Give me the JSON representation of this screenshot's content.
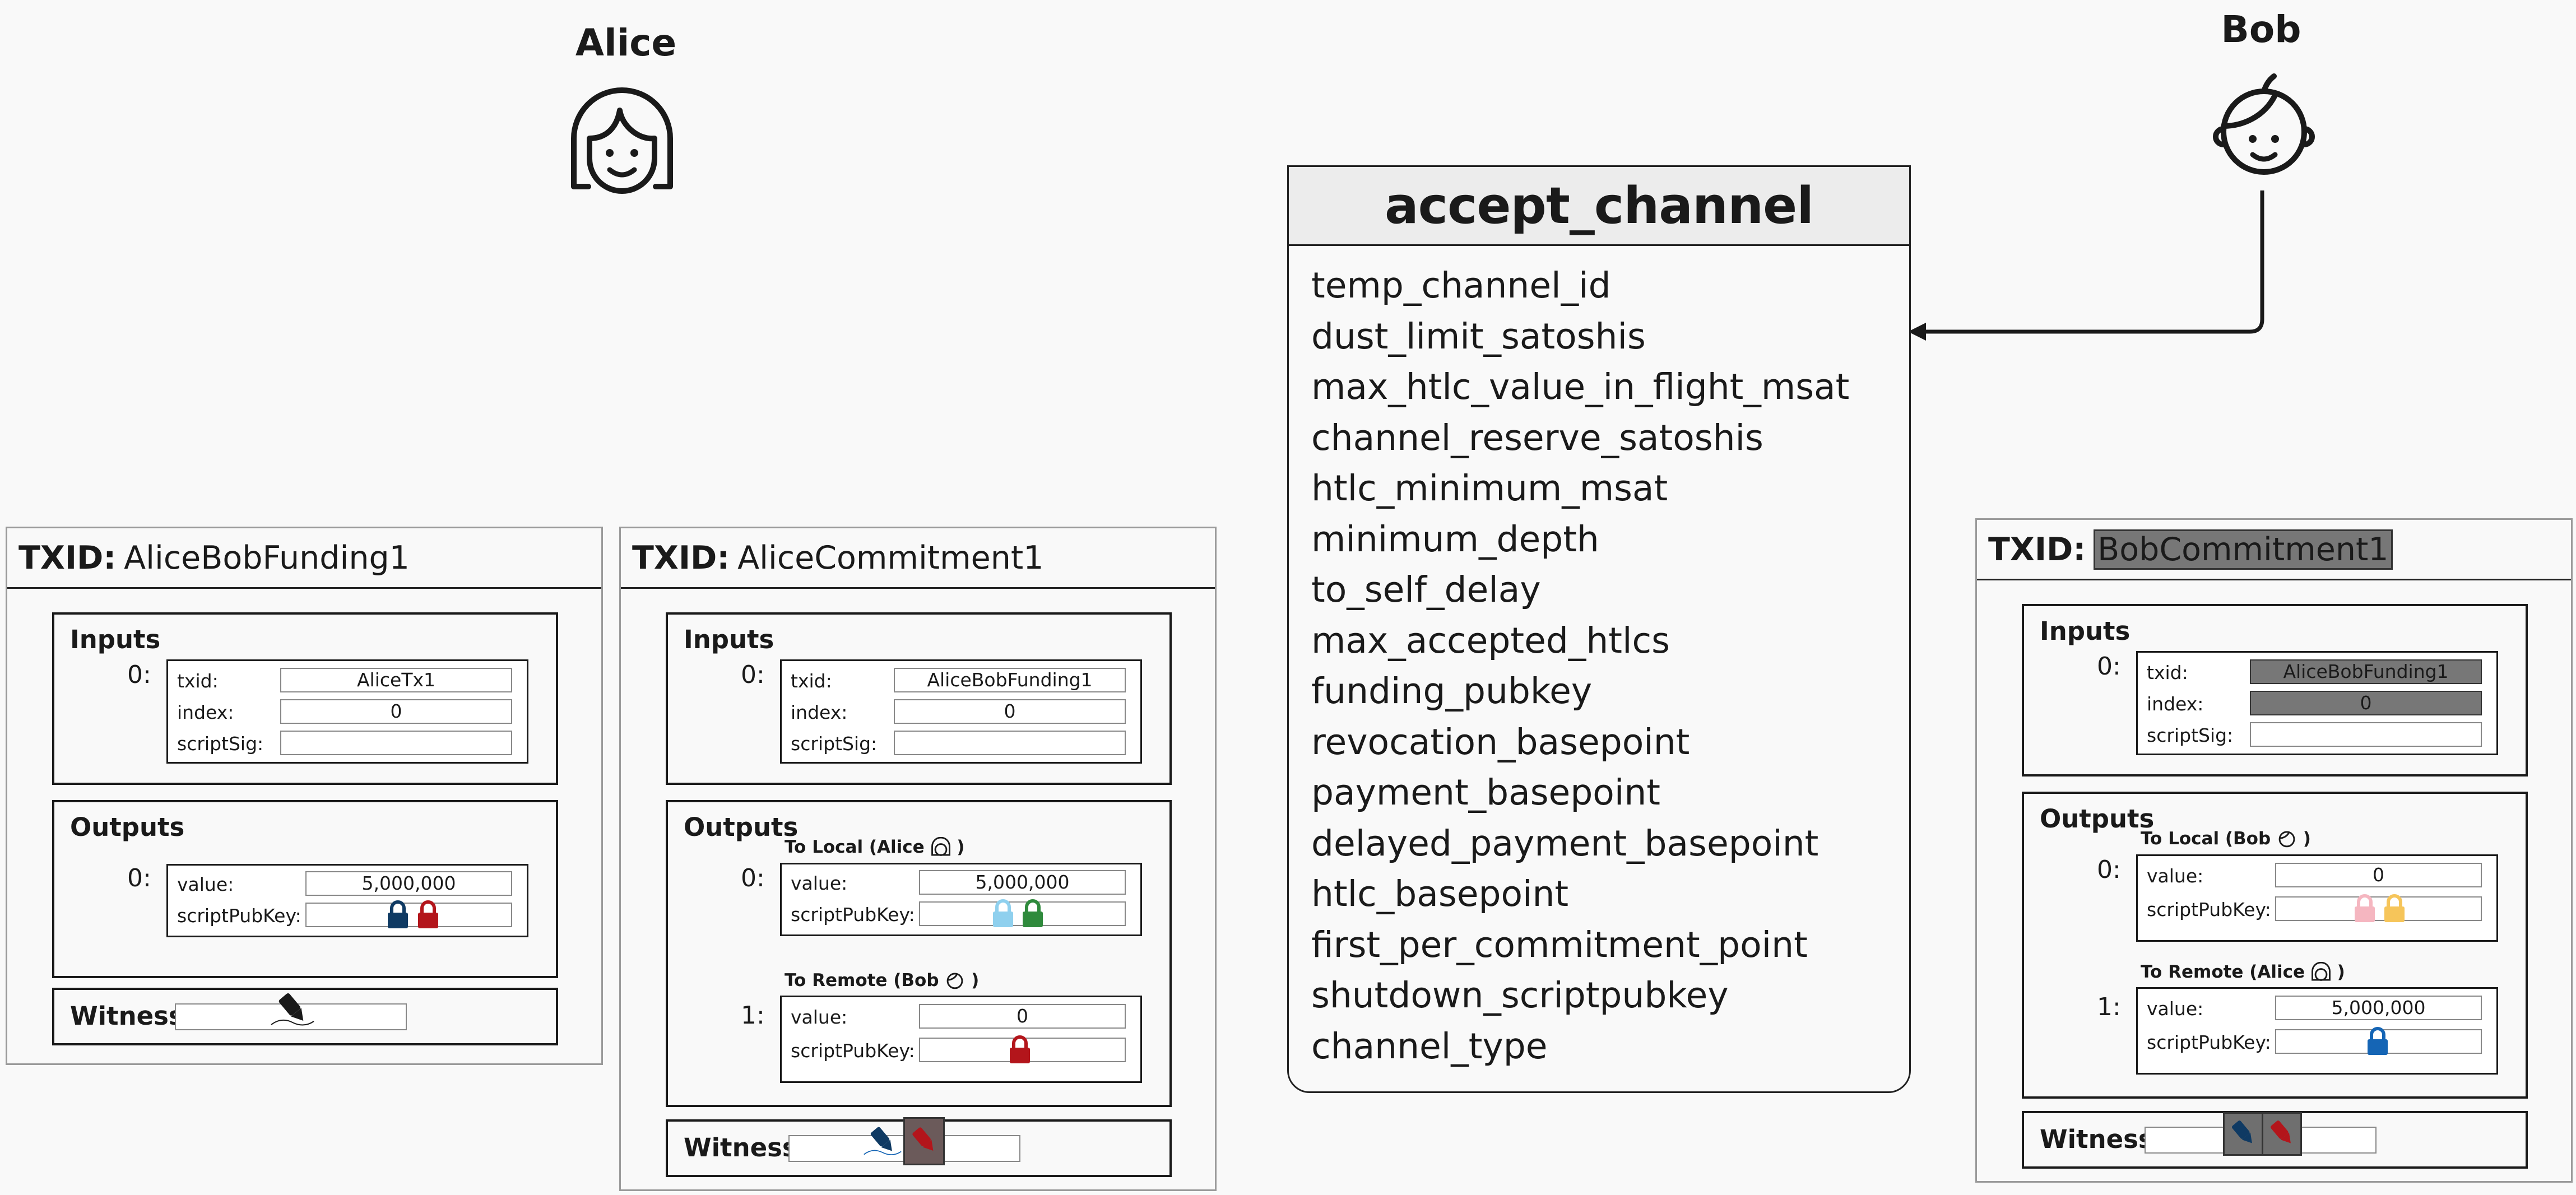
{
  "actors": {
    "alice": "Alice",
    "bob": "Bob"
  },
  "message": {
    "title": "accept_channel",
    "fields": [
      "temp_channel_id",
      "dust_limit_satoshis",
      "max_htlc_value_in_flight_msat",
      "channel_reserve_satoshis",
      "htlc_minimum_msat",
      "minimum_depth",
      "to_self_delay",
      "max_accepted_htlcs",
      "funding_pubkey",
      "revocation_basepoint",
      "payment_basepoint",
      "delayed_payment_basepoint",
      "htlc_basepoint",
      "first_per_commitment_point",
      "shutdown_scriptpubkey",
      "channel_type"
    ]
  },
  "labels": {
    "txid": "TXID:",
    "inputs": "Inputs",
    "outputs": "Outputs",
    "witness": "Witness",
    "txid_field": "txid:",
    "index_field": "index:",
    "scriptsig_field": "scriptSig:",
    "value_field": "value:",
    "scriptpubkey_field": "scriptPubKey:",
    "idx0": "0:",
    "idx1": "1:"
  },
  "funding": {
    "txid": "AliceBobFunding1",
    "input": {
      "txid": "AliceTx1",
      "index": "0",
      "scriptsig": ""
    },
    "output": {
      "value": "5,000,000"
    }
  },
  "alice_commitment": {
    "txid": "AliceCommitment1",
    "input": {
      "txid": "AliceBobFunding1",
      "index": "0",
      "scriptsig": ""
    },
    "to_local": {
      "label": "To Local (Alice",
      "close": ")",
      "value": "5,000,000"
    },
    "to_remote": {
      "label": "To Remote (Bob",
      "close": ")",
      "value": "0"
    }
  },
  "bob_commitment": {
    "txid": "BobCommitment1",
    "input": {
      "txid": "AliceBobFunding1",
      "index": "0",
      "scriptsig": ""
    },
    "to_local": {
      "label": "To Local (Bob",
      "close": ")",
      "value": "0"
    },
    "to_remote": {
      "label": "To Remote (Alice",
      "close": ")",
      "value": "5,000,000"
    }
  },
  "colors": {
    "alice_lock": "#0f3a63",
    "bob_lock": "#b3151b",
    "light_blue_lock": "#8fd0ee",
    "green_lock": "#2f8a3c",
    "pink_lock": "#f5b6c0",
    "orange_lock": "#f6c55a",
    "blue_lock": "#1565b5",
    "highlight": "#777777"
  }
}
